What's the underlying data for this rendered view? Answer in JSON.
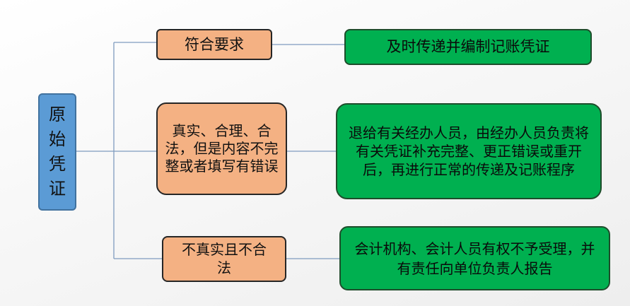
{
  "root": {
    "label": "原始凭证"
  },
  "branches": [
    {
      "condition": "符合要求",
      "action": "及时传递并编制记账凭证"
    },
    {
      "condition": "真实、合理、合法，但是内容不完整或者填写有错误",
      "action": "退给有关经办人员，由经办人员负责将有关凭证补充完整、更正错误或重开后，再进行正常的传递及记账程序"
    },
    {
      "condition": "不真实且不合法",
      "action": "会计机构、会计人员有权不予受理，并有责任向单位负责人报告"
    }
  ],
  "colors": {
    "root_fill": "#5b9bd5",
    "condition_fill": "#f4b183",
    "action_fill": "#00b050",
    "connector": "#7f9bbf"
  }
}
